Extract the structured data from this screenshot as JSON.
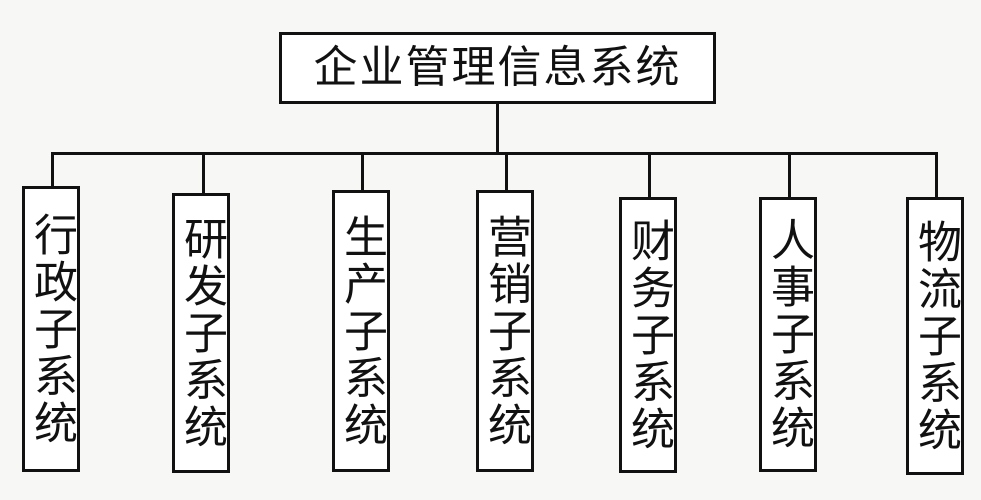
{
  "root": {
    "label": "企业管理信息系统"
  },
  "children": [
    {
      "label": "行政子系统"
    },
    {
      "label": "研发子系统"
    },
    {
      "label": "生产子系统"
    },
    {
      "label": "营销子系统"
    },
    {
      "label": "财务子系统"
    },
    {
      "label": "人事子系统"
    },
    {
      "label": "物流子系统"
    }
  ],
  "colors": {
    "stroke": "#111111",
    "background": "#f7f7f5",
    "box_fill": "#ffffff"
  }
}
